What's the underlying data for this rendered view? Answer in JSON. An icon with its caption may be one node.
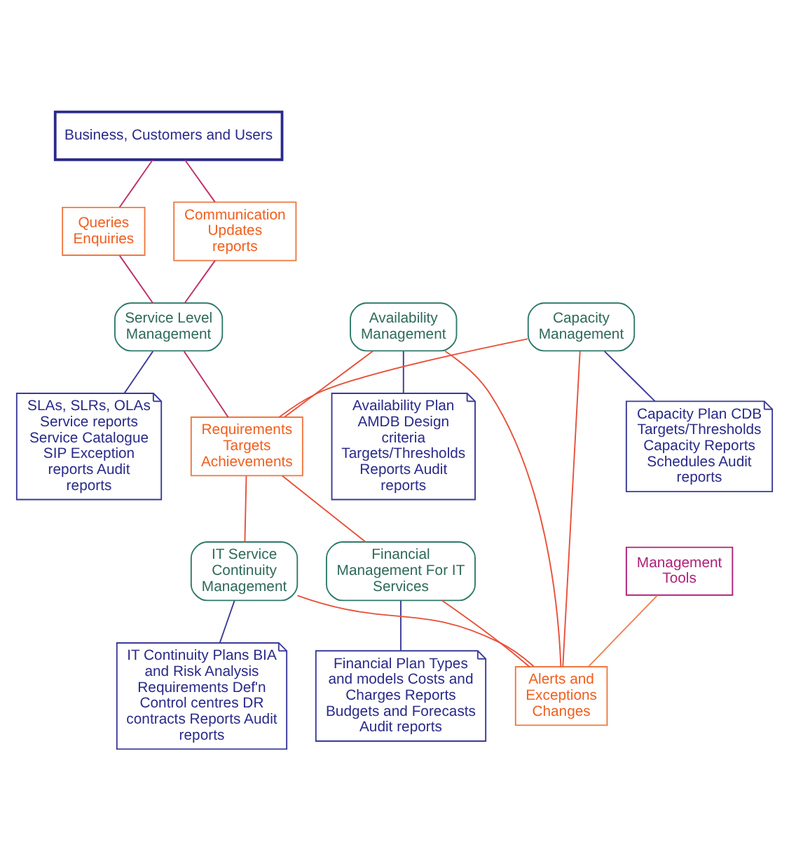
{
  "diagram": {
    "nodes": [
      {
        "text": [
          "Business, Customers and Users"
        ]
      },
      {
        "text": [
          "Queries Enquiries"
        ]
      },
      {
        "text": [
          "Communication Updates reports"
        ]
      },
      {
        "text": [
          "Availability Management"
        ]
      },
      {
        "text": [
          "Availability Plan AMDB Design criteria Targets/Thresholds Reports Audit reports"
        ]
      },
      {
        "text": [
          "Service Level Management"
        ]
      },
      {
        "text": [
          "Capacity Management"
        ]
      },
      {
        "text": [
          "Capacity Plan CDB Targets/Thresholds Capacity Reports Schedules Audit reports"
        ]
      },
      {
        "text": [
          "Requirements Targets Achievements"
        ]
      },
      {
        "text": [
          "SLAs, SLRs, OLAs Service reports Service Catalogue SIP Exception reports Audit reports"
        ]
      },
      {
        "text": [
          "Financial Management For IT Services"
        ]
      },
      {
        "text": [
          "Financial Plan Types and models Costs and Charges Reports Budgets and Forecasts Audit reports"
        ]
      },
      {
        "text": [
          "IT Service Continuity Management"
        ]
      },
      {
        "text": [
          "IT Continuity Plans BIA and Risk Analysis Requirements Def'n Control centres DR contracts Reports Audit reports"
        ]
      },
      {
        "text": [
          "Management Tools"
        ]
      },
      {
        "text": [
          "Alerts and Exceptions Changes"
        ]
      }
    ],
    "edges": [
      {
        "from": 0,
        "to": 1,
        "arrow": "none",
        "color": "#c0306a"
      },
      {
        "from": 1,
        "to": 5,
        "arrow": "none",
        "color": "#c0306a"
      },
      {
        "from": 0,
        "to": 2,
        "arrow": "none",
        "color": "#c0306a"
      },
      {
        "from": 2,
        "to": 5,
        "arrow": "none",
        "color": "#c0306a"
      },
      {
        "from": 3,
        "to": 4,
        "arrow": "none",
        "color": "#3a3a9a"
      },
      {
        "from": 3,
        "to": 8,
        "arrow": "none"
      },
      {
        "from": 3,
        "to": 15,
        "arrow": "none"
      },
      {
        "from": 5,
        "to": 8,
        "arrow": "none",
        "color": "#c0306a"
      },
      {
        "from": 5,
        "to": 9,
        "arrow": "none",
        "color": "#3a3a9a"
      },
      {
        "from": 6,
        "to": 7,
        "arrow": "none",
        "color": "#3a3a9a"
      },
      {
        "from": 6,
        "to": 8,
        "arrow": "none"
      },
      {
        "from": 6,
        "to": 15,
        "arrow": "none"
      },
      {
        "from": 8,
        "to": 10,
        "arrow": "none"
      },
      {
        "from": 8,
        "to": 12,
        "arrow": "none"
      },
      {
        "from": 10,
        "to": 11,
        "arrow": "none",
        "color": "#3a3a9a"
      },
      {
        "from": 10,
        "to": 15,
        "arrow": "none"
      },
      {
        "from": 12,
        "to": 13,
        "arrow": "none",
        "color": "#3a3a9a"
      },
      {
        "from": 12,
        "to": 15,
        "arrow": "none"
      },
      {
        "from": 14,
        "to": 15,
        "arrow": "none",
        "color": "#f08050"
      }
    ]
  }
}
